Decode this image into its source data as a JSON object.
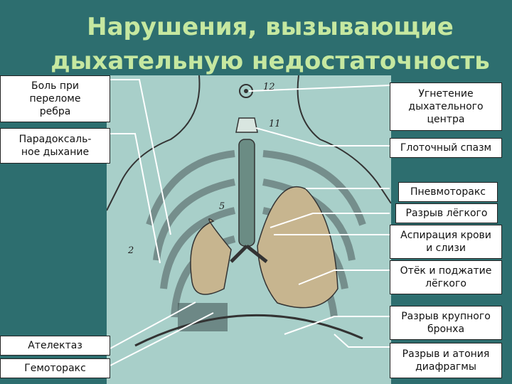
{
  "title": {
    "line1": "Нарушения, вызывающие",
    "line2": "дыхательную недостаточность"
  },
  "labels_left": [
    "Боль при\nпереломе\nребра",
    "Парадоксаль-\nное дыхание",
    "Ателектаз",
    "Гемоторакс"
  ],
  "labels_right": [
    "Угнетение\nдыхательного\nцентра",
    "Глоточный спазм",
    "Пневмоторакс",
    "Разрыв лёгкого",
    "Аспирация крови\nи слизи",
    "Отёк и поджатие\nлёгкого",
    "Разрыв крупного\nбронха",
    "Разрыв и атония\nдиафрагмы"
  ],
  "figure_numbers": [
    "12",
    "11",
    "5",
    "2"
  ],
  "colors": {
    "background": "#2d6e6f",
    "title": "#c6e8a0",
    "illustration_bg": "#a8cfc9",
    "line": "#ffffff"
  }
}
